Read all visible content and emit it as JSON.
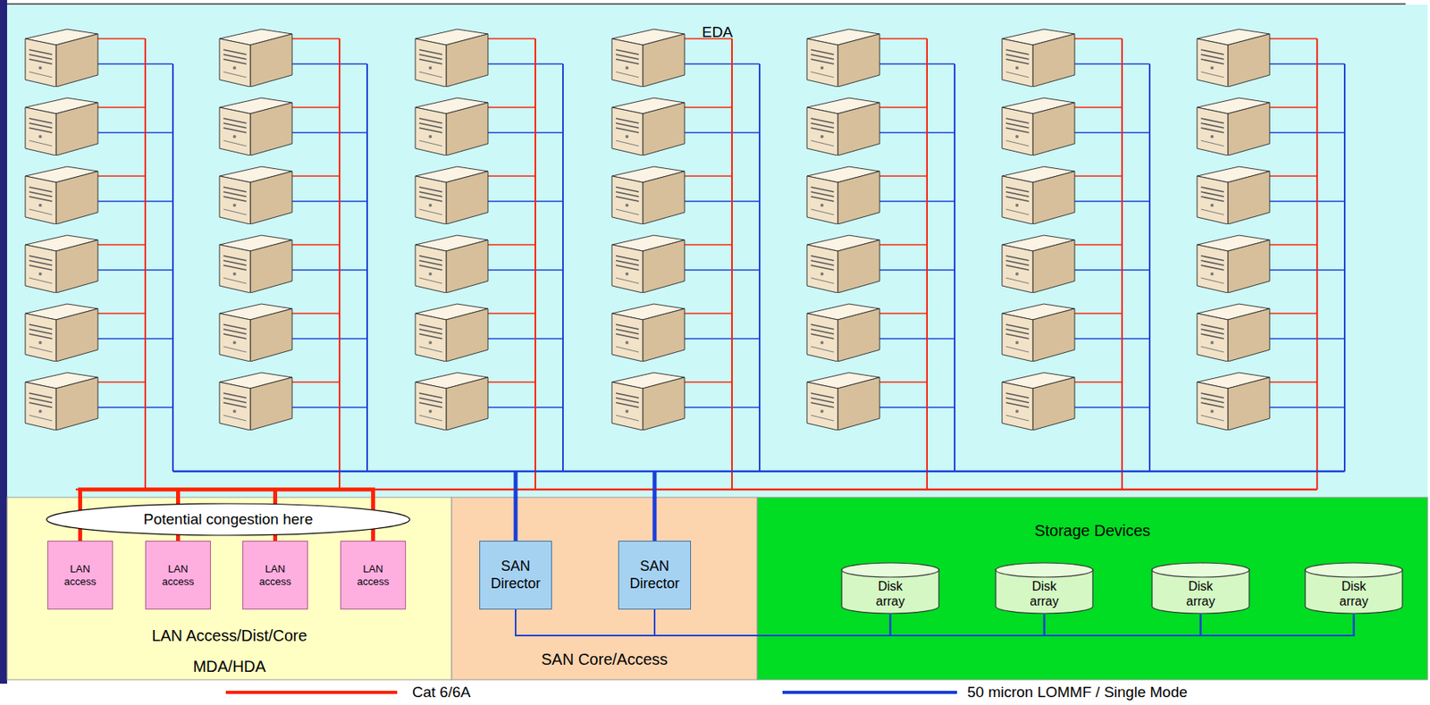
{
  "diagram": {
    "nodes": [
      {
        "text": [
          "EDA"
        ]
      },
      {
        "text": [
          "LAN Access/Dist/Core",
          "MDA/HDA"
        ]
      },
      {
        "text": [
          "Potential congestion here"
        ],
        "in": 1
      },
      {
        "text": [
          "LAN access"
        ],
        "in": 1
      },
      {
        "text": [
          "LAN access"
        ],
        "in": 1
      },
      {
        "text": [
          "LAN access"
        ],
        "in": 1
      },
      {
        "text": [
          "LAN access"
        ],
        "in": 1
      },
      {
        "text": [
          "SAN Core/Access"
        ]
      },
      {
        "text": [
          "SAN Director"
        ],
        "in": 7
      },
      {
        "text": [
          "SAN Director"
        ],
        "in": 7
      },
      {
        "text": [
          "Storage Devices"
        ]
      },
      {
        "text": [
          "Disk array"
        ],
        "in": 10
      },
      {
        "text": [
          "Disk array"
        ],
        "in": 10
      },
      {
        "text": [
          "Disk array"
        ],
        "in": 10
      },
      {
        "text": [
          "Disk array"
        ],
        "in": 10
      }
    ],
    "edges": [
      {
        "from": 0,
        "to": 3,
        "arrow": "none"
      },
      {
        "from": 0,
        "to": 4,
        "arrow": "none"
      },
      {
        "from": 0,
        "to": 5,
        "arrow": "none"
      },
      {
        "from": 0,
        "to": 6,
        "arrow": "none"
      },
      {
        "from": 0,
        "to": 8,
        "arrow": "none"
      },
      {
        "from": 0,
        "to": 9,
        "arrow": "none"
      },
      {
        "from": 8,
        "to": 11,
        "arrow": "none"
      },
      {
        "from": 8,
        "to": 12,
        "arrow": "none"
      },
      {
        "from": 8,
        "to": 13,
        "arrow": "none"
      },
      {
        "from": 8,
        "to": 14,
        "arrow": "none"
      },
      {
        "from": 9,
        "to": 11,
        "arrow": "none"
      },
      {
        "from": 9,
        "to": 12,
        "arrow": "none"
      },
      {
        "from": 9,
        "to": 13,
        "arrow": "none"
      },
      {
        "from": 9,
        "to": 14,
        "arrow": "none"
      }
    ],
    "legend": [
      {
        "text": "Cat 6/6A"
      },
      {
        "text": "50 micron LOMMF / Single Mode"
      }
    ]
  }
}
